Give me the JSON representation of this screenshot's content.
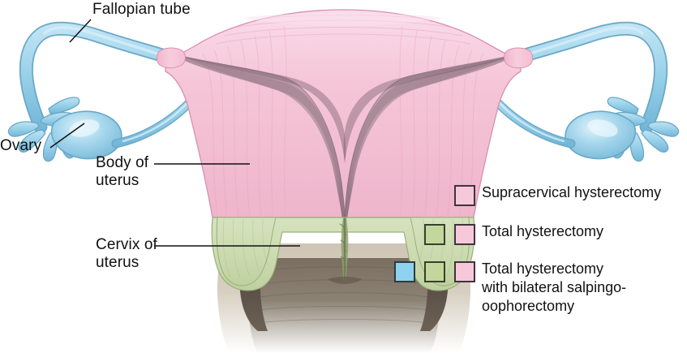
{
  "figure": {
    "title": "Female reproductive organs with hysterectomy extent diagram",
    "background": "#ffffff"
  },
  "labels": [
    {
      "name": "fallopian-tube",
      "text": "Fallopian tube"
    },
    {
      "name": "ovary",
      "text": "Ovary"
    },
    {
      "name": "body-of-uterus",
      "text": "Body of\nuterus"
    },
    {
      "name": "cervix-of-uterus",
      "text": "Cervix of\nuterus"
    }
  ],
  "legend": {
    "rows": [
      {
        "text": "Supracervical hysterectomy",
        "swatches": [
          "pink"
        ]
      },
      {
        "text": "Total hysterectomy",
        "swatches": [
          "green",
          "pink"
        ]
      },
      {
        "text": "Total hysterectomy\nwith bilateral salpingo-\noophorectomy",
        "swatches": [
          "blue",
          "green",
          "pink"
        ]
      }
    ]
  },
  "colors": {
    "uterus_pink": "#f4c3d4",
    "uterus_pink_light": "#fadbe6",
    "cavity_mauve": "#b4929f",
    "cavity_mauve_dark": "#7d6370",
    "cervix_green": "#cfdcb4",
    "cervix_green_dark": "#aabf8b",
    "tube_blue": "#9fd3ea",
    "tube_blue_dark": "#6fb4d4",
    "vagina_tan": "#cdc4b4",
    "vagina_dark": "#6b6054",
    "outline": "#6b7a83",
    "text": "#111111",
    "swatch_blue": "#8fd2ef",
    "swatch_green": "#c3d79d",
    "swatch_pink": "#f7c8da",
    "swatch_border": "#3a3a32"
  },
  "anatomy_parts": [
    "left-fallopian-tube",
    "right-fallopian-tube",
    "left-ovary",
    "right-ovary",
    "left-fimbriae",
    "right-fimbriae",
    "left-ovarian-ligament",
    "right-ovarian-ligament",
    "uterine-fundus",
    "uterine-body",
    "endometrial-cavity",
    "cervix",
    "cervical-canal",
    "vaginal-fornix",
    "vaginal-canal"
  ]
}
